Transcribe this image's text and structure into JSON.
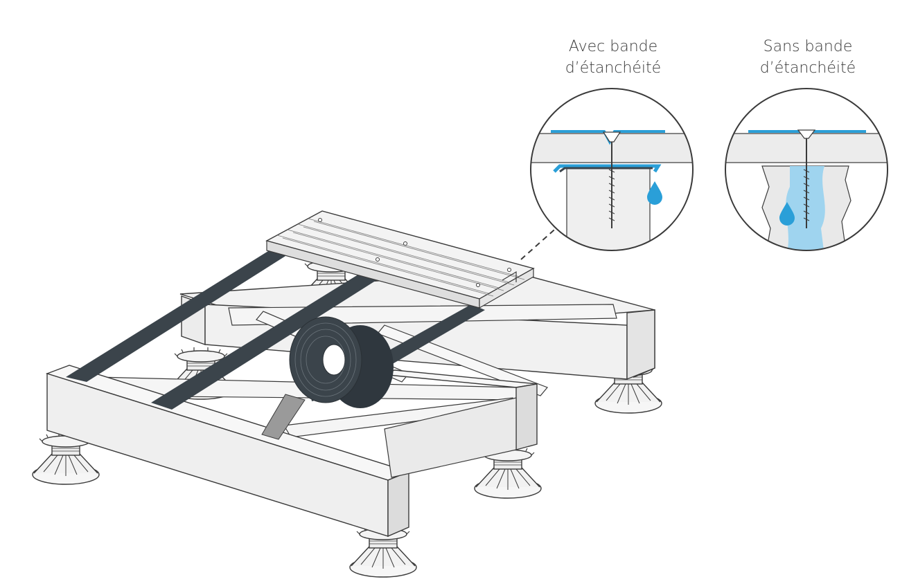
{
  "labels": {
    "with_tape": {
      "line1": "Avec bande",
      "line2": "d’étanchéité"
    },
    "without_tape": {
      "line1": "Sans bande",
      "line2": "d’étanchéité"
    }
  },
  "colors": {
    "background": "#ffffff",
    "outline": "#3a3a3a",
    "wood": "#ededed",
    "wood_shade": "#dcdcdc",
    "tape": "#3b444b",
    "tape_loose_end": "#9a9a9a",
    "water": "#2a9fd8",
    "water_light": "#9fd4ef"
  },
  "icons": [
    "pedestal-icon",
    "tape-roll-icon",
    "screw-icon",
    "water-drop-icon"
  ]
}
